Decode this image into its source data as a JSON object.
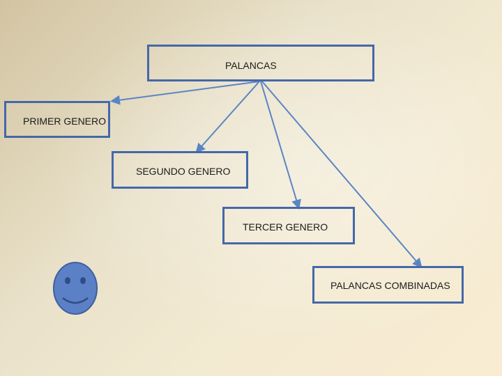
{
  "diagram": {
    "root": {
      "label": "PALANCAS"
    },
    "children": [
      {
        "label": "PRIMER GENERO"
      },
      {
        "label": "SEGUNDO GENERO"
      },
      {
        "label": "TERCER GENERO"
      },
      {
        "label": "PALANCAS COMBINADAS"
      }
    ]
  },
  "colors": {
    "box_border": "#4468a8",
    "connector": "#5a85c4",
    "smiley_fill": "#5b80c5",
    "smiley_stroke": "#3d5fa0"
  },
  "icons": {
    "decoration": "smiley-face-icon"
  }
}
